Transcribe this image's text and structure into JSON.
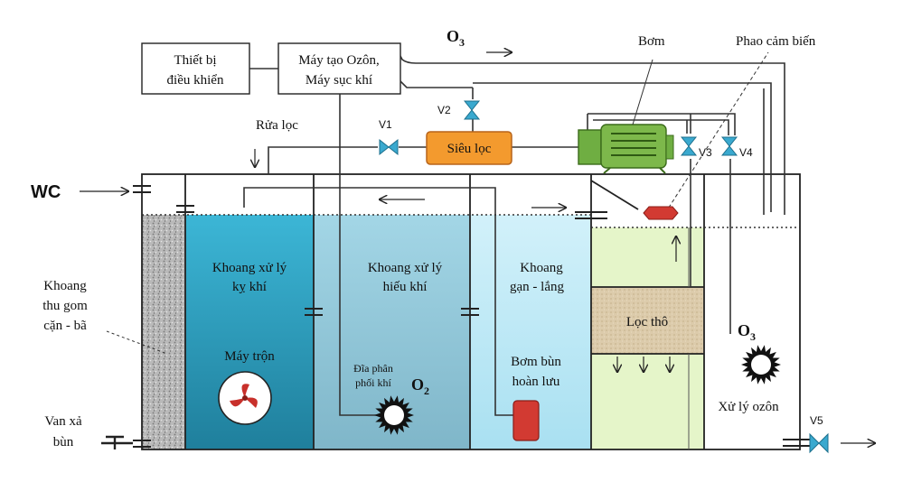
{
  "labels": {
    "controller_line1": "Thiết bị",
    "controller_line2": "điều khiển",
    "ozone_line1": "Máy tạo Ozôn,",
    "ozone_line2": "Máy sục khí",
    "o3_main": "O",
    "o3_sub": "3",
    "pump": "Bơm",
    "float_sensor": "Phao cảm biến",
    "wash": "Rửa lọc",
    "v1": "V1",
    "v2": "V2",
    "v3": "V3",
    "v4": "V4",
    "v5": "V5",
    "ultrafilter": "Siêu lọc",
    "wc": "WC",
    "collector_line1": "Khoang",
    "collector_line2": "thu gom",
    "collector_line3": "cặn - bã",
    "anaerobic_line1": "Khoang xử lý",
    "anaerobic_line2": "kỵ khí",
    "aerobic_line1": "Khoang xử lý",
    "aerobic_line2": "hiếu khí",
    "settling_line1": "Khoang",
    "settling_line2": "gạn - lắng",
    "mixer": "Máy trộn",
    "disc_line1": "Đĩa phân",
    "disc_line2": "phối khí",
    "o2_main": "O",
    "o2_sub": "2",
    "return_pump_line1": "Bơm bùn",
    "return_pump_line2": "hoàn lưu",
    "coarse_filter": "Lọc thô",
    "o3_tank_main": "O",
    "o3_tank_sub": "3",
    "ozone_treat": "Xử lý ozôn",
    "drain_line1": "Van xả",
    "drain_line2": "bùn"
  },
  "colors": {
    "anaerobic": "#2aa6c8",
    "aerobic": "#8fc9dc",
    "settling": "#bfe9f6",
    "green_tank": "#e4f4c8",
    "sand": "#d9c7a8",
    "ultrafilter": "#f39a2e",
    "pump_green": "#7db84b",
    "valve": "#3aa9cf",
    "red_device": "#d23a32"
  }
}
